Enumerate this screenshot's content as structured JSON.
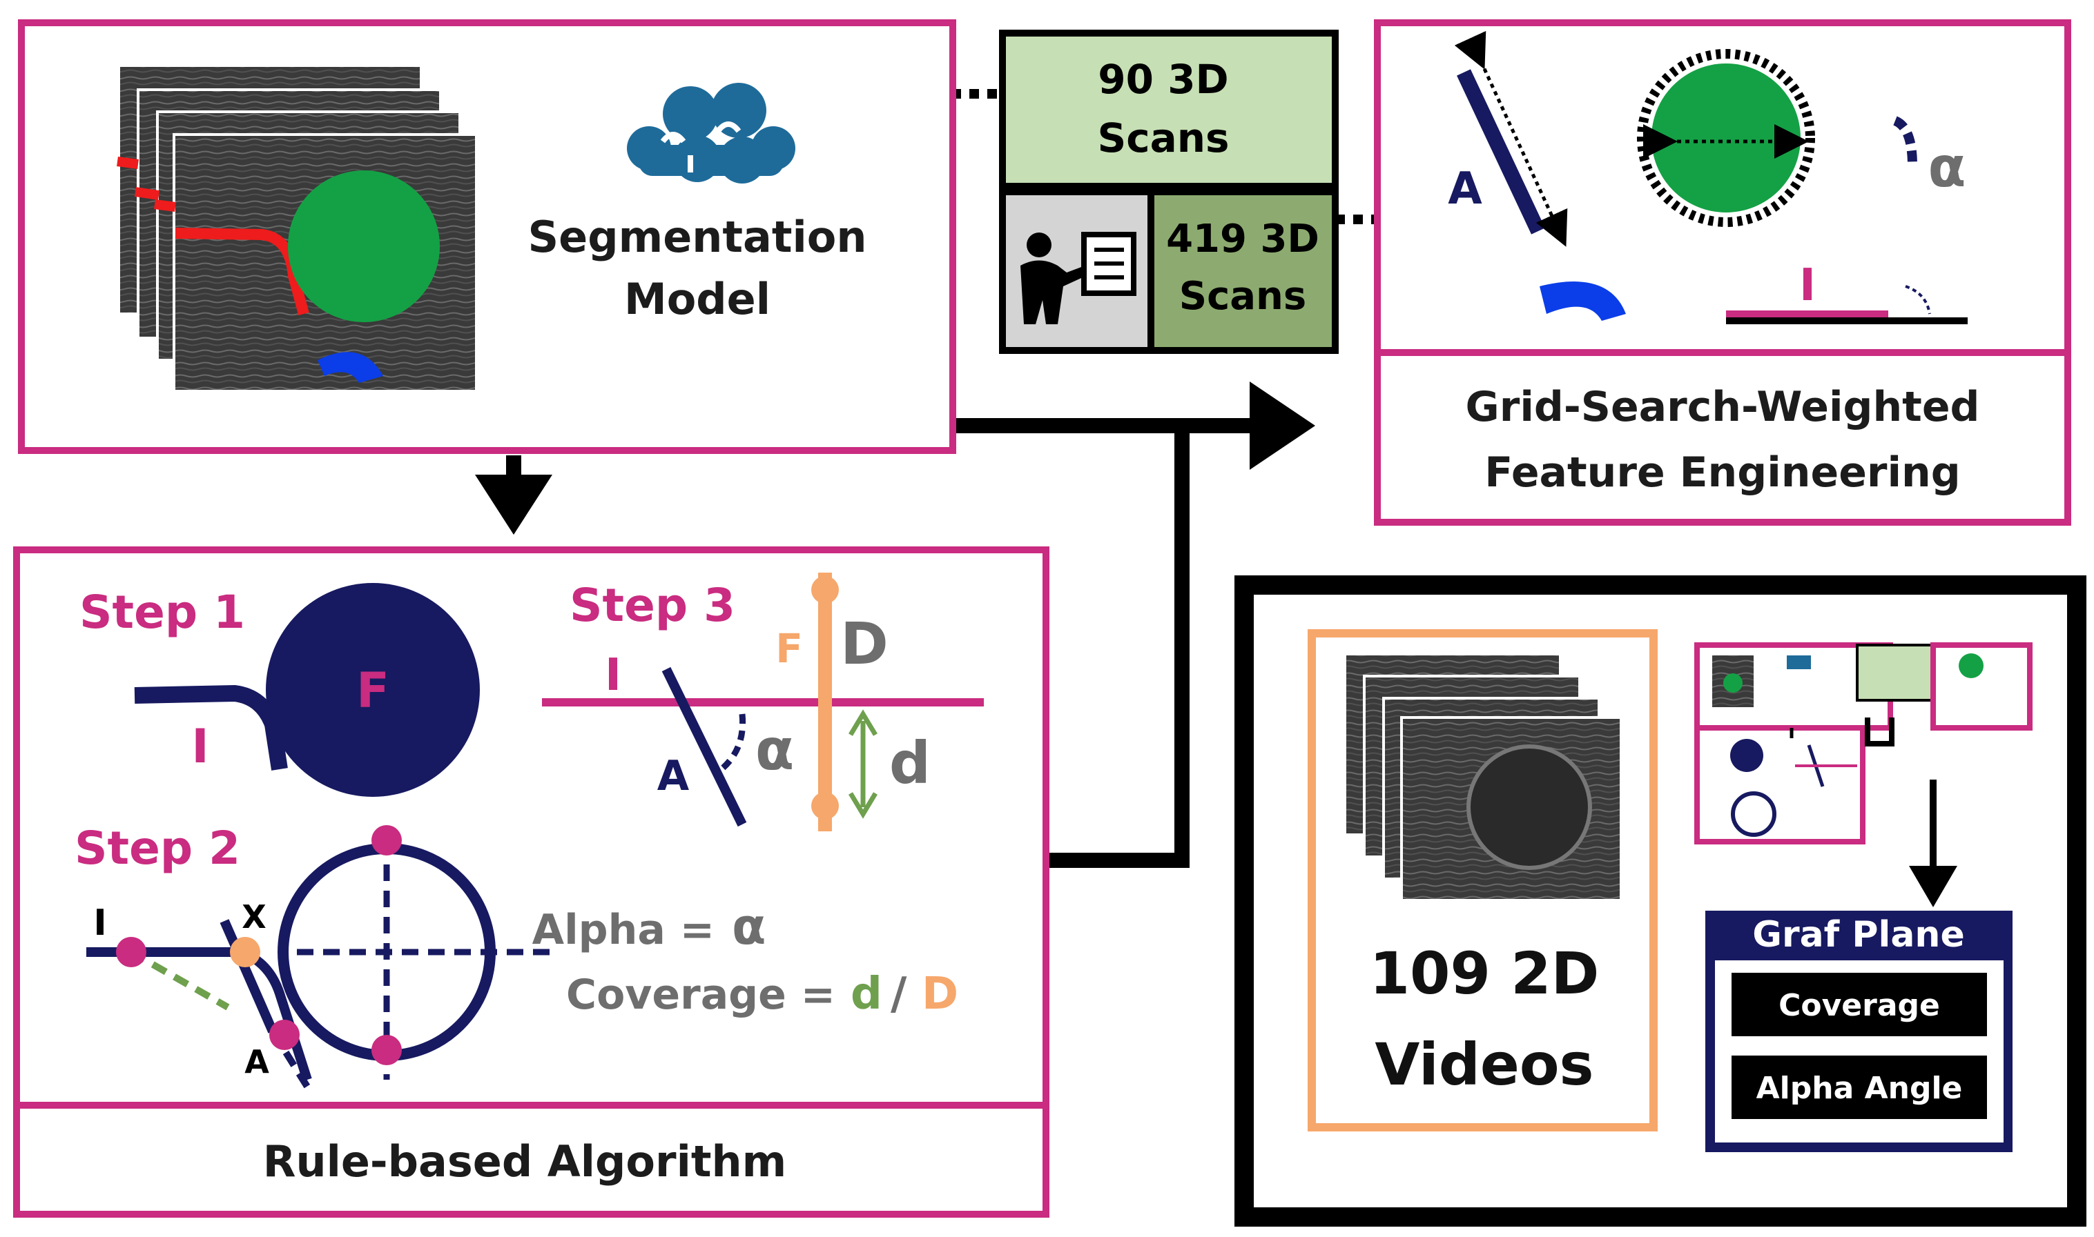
{
  "segmentation": {
    "line1": "Segmentation",
    "line2": "Model",
    "icon": "brain-icon"
  },
  "scans": {
    "top_line1": "90 3D",
    "top_line2": "Scans",
    "bottom_line1": "419 3D",
    "bottom_line2": "Scans",
    "icon": "teacher-icon"
  },
  "feature_engineering": {
    "line1": "Grid-Search-Weighted",
    "line2": "Feature Engineering",
    "label_a": "A",
    "label_alpha": "α",
    "label_i": "I"
  },
  "rule_based": {
    "title": "Rule-based Algorithm",
    "step1": "Step 1",
    "step2": "Step 2",
    "step3": "Step 3",
    "label_f": "F",
    "label_i": "I",
    "label_x": "X",
    "label_a": "A",
    "label_D": "D",
    "label_d": "d",
    "label_alpha": "α",
    "alpha_label": "Alpha =",
    "alpha_symbol": "α",
    "coverage_label": "Coverage =",
    "coverage_d": "d",
    "coverage_slash": "/",
    "coverage_D": "D"
  },
  "videos": {
    "line1": "109 2D",
    "line2": "Videos"
  },
  "graf_plane": {
    "title": "Graf Plane",
    "coverage": "Coverage",
    "alpha_angle": "Alpha Angle"
  },
  "colors": {
    "magenta": "#c92c80",
    "navy": "#171a60",
    "green": "#14a145",
    "light_green": "#c6dfb4",
    "dark_green": "#8dab70",
    "orange": "#f6a76b",
    "gray_text": "#6e6e6e",
    "olive": "#6fa04e",
    "blue": "#0b3ee8",
    "red": "#ee1c1c",
    "teal": "#1e6b9a"
  }
}
